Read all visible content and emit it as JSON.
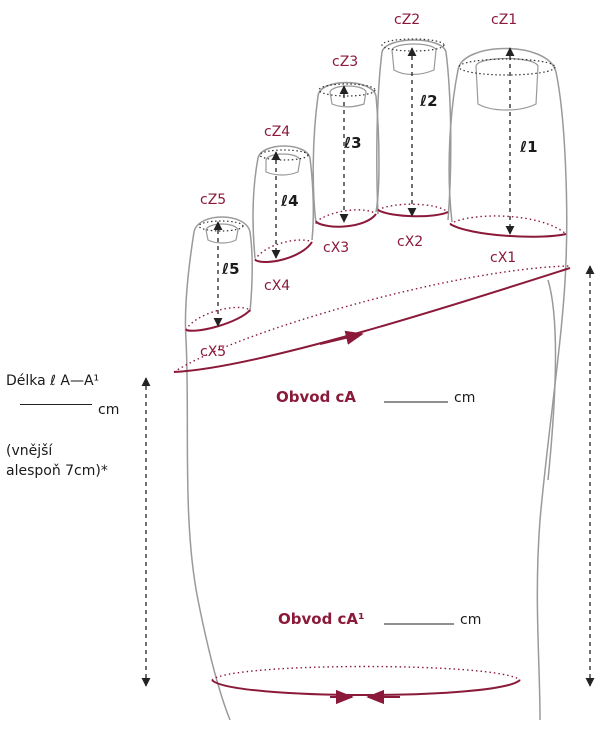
{
  "toe_tip_labels": [
    "cZ1",
    "cZ2",
    "cZ3",
    "cZ4",
    "cZ5"
  ],
  "toe_base_labels": [
    "cX1",
    "cX2",
    "cX3",
    "cX4",
    "cX5"
  ],
  "toe_length_labels": [
    "ℓ1",
    "ℓ2",
    "ℓ3",
    "ℓ4",
    "ℓ5"
  ],
  "circumference_A": {
    "label": "Obvod cA",
    "unit": "cm"
  },
  "circumference_A1": {
    "label": "Obvod cA¹",
    "unit": "cm"
  },
  "length_A": {
    "label": "Délka ℓ A—A¹",
    "unit": "cm",
    "note_line1": "(vnější",
    "note_line2": "alespoň 7cm)*"
  },
  "colors": {
    "accent": "#8b1a3a",
    "outline": "#9a9a9a",
    "text": "#1a1a1a"
  }
}
